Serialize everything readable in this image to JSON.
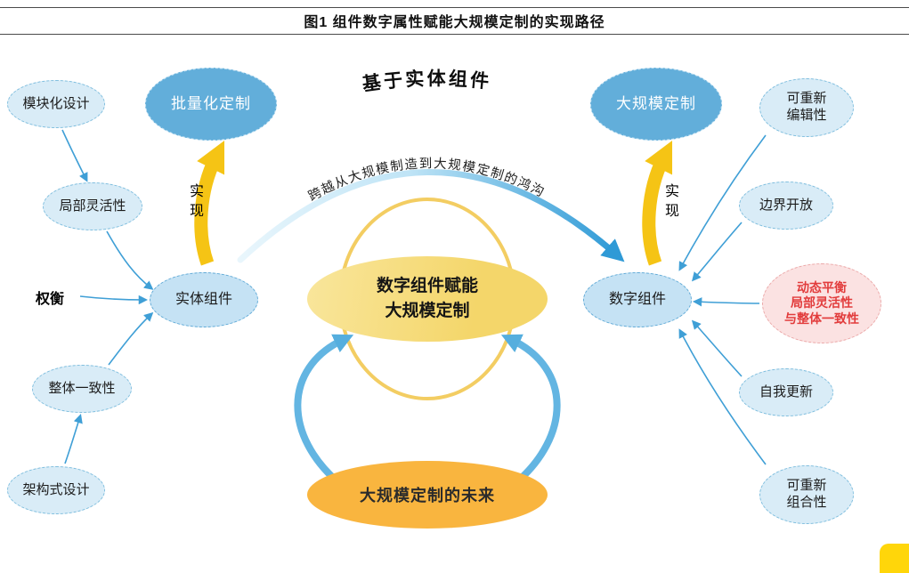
{
  "title": "图1 组件数字属性赋能大规模定制的实现路径",
  "arc": {
    "headline": "基于实体组件",
    "caption": "跨越从大规模制造到大规模定制的鸿沟"
  },
  "center": {
    "main": "数字组件赋能\n大规模定制",
    "future": "大规模定制的未来"
  },
  "left": {
    "modular_design": "模块化设计",
    "local_flexibility": "局部灵活性",
    "tradeoff": "权衡",
    "overall_consistency": "整体一致性",
    "architectural_design": "架构式设计",
    "entity_component": "实体组件",
    "batch_customization": "批量化定制",
    "realize": "实现"
  },
  "right": {
    "digital_component": "数字组件",
    "mass_customization": "大规模定制",
    "realize": "实现",
    "re_editability": "可重新\n编辑性",
    "boundary_openness": "边界开放",
    "dynamic_balance": "动态平衡\n局部灵活性\n与整体一致性",
    "self_renewal": "自我更新",
    "recomposability": "可重新\n组合性"
  },
  "colors": {
    "node_fill": "#d9ecf7",
    "node_border": "#7fbede",
    "dark_fill": "#62aeda",
    "gold": "#f5c415",
    "center_fill": "#f5da75",
    "future_fill": "#f9b53f",
    "pink_fill": "#fbe2e2",
    "pink_text": "#e23c3c",
    "arrow_blue": "#3f9fd6"
  }
}
